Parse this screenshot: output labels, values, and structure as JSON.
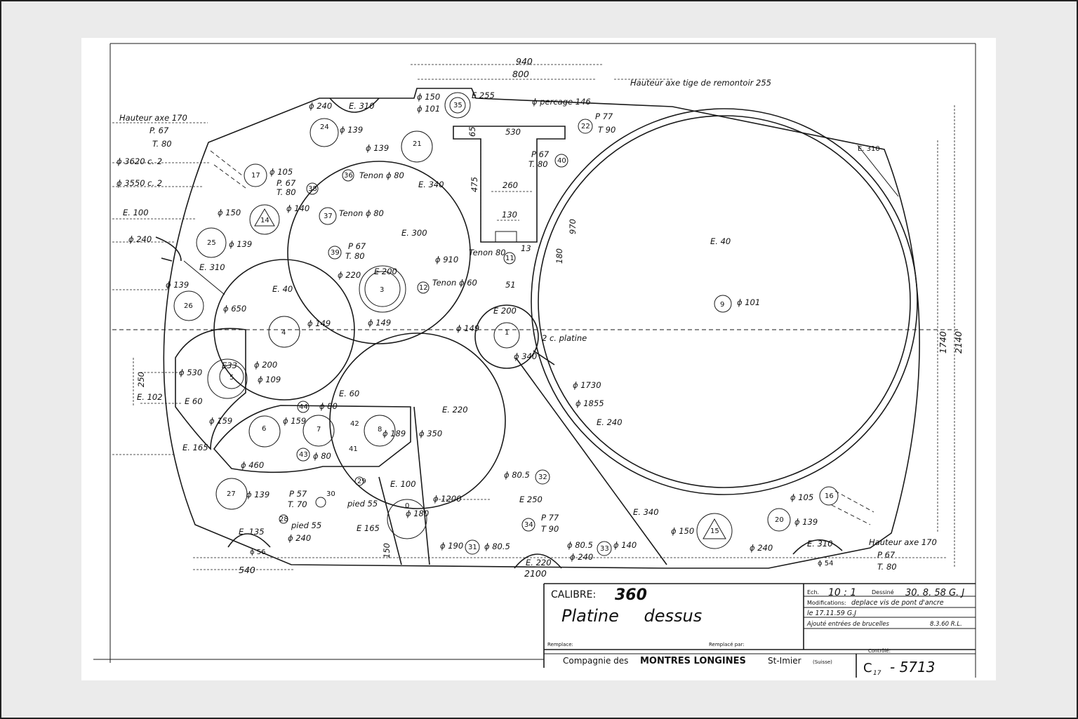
{
  "drawing": {
    "annotations": {
      "top_width": "940",
      "inner_width": "800",
      "crown_axis_height": "Hauteur axe tige de remontoir 255",
      "left_axis_height": "Hauteur axe 170",
      "left_p": "P. 67",
      "left_t": "T. 80",
      "d3620": "ϕ 3620 c. 2",
      "d3550": "ϕ 3550 c. 2",
      "e100_left": "E. 100",
      "d240_left": "ϕ 240",
      "e310_left": "E. 310",
      "d139_left": "ϕ 139",
      "d530": "ϕ 530",
      "e102": "E. 102",
      "e60_left": "E 60",
      "e165_left": "E. 165",
      "dim250": "250",
      "d240_top": "ϕ 240",
      "e310_top": "E. 310",
      "d150_35": "ϕ 150",
      "d101_35": "ϕ 101",
      "e255": "E 255",
      "percage": "ϕ percage 146",
      "p77_top": "P 77",
      "t90_top": "T 90",
      "dim530": "530",
      "dim65": "65",
      "dim475": "475",
      "dim260": "260",
      "dim130": "130",
      "dim13": "13",
      "dim51": "51",
      "dim970": "970",
      "dim180": "180",
      "p67_40": "P 67",
      "t80_40": "T. 80",
      "d139_24": "ϕ 139",
      "d139_21": "ϕ 139",
      "d105_17": "ϕ 105",
      "p67_38": "P. 67",
      "t80_38": "T. 80",
      "tenon80_36": "Tenon ϕ 80",
      "e340_top": "E. 340",
      "d150_14": "ϕ 150",
      "d140": "ϕ 140",
      "tenon80_37": "Tenon ϕ 80",
      "e300": "E. 300",
      "d139_25": "ϕ 139",
      "p67_39": "P 67",
      "t80_39": "T. 80",
      "tenon80_11": "Tenon 80",
      "d910": "ϕ 910",
      "d220": "ϕ 220",
      "e200_3": "E 200",
      "tenon60": "Tenon ϕ 60",
      "e40_4": "E. 40",
      "d650": "ϕ 650",
      "d149_4": "ϕ 149",
      "d149_3": "ϕ 149",
      "e200_1": "E 200",
      "d149_1": "ϕ 149",
      "d340_1": "ϕ 340",
      "c_platine": "2 c. platine",
      "e33": "E33",
      "d200": "ϕ 200",
      "d109": "ϕ 109",
      "e60_mid": "E. 60",
      "d80_44": "ϕ 80",
      "e220_mid": "E. 220",
      "d159_6": "ϕ 159",
      "d159_7": "ϕ 159",
      "d189": "ϕ 189",
      "d350": "ϕ 350",
      "d460": "ϕ 460",
      "d80_43": "ϕ 80",
      "e100_mid": "E. 100",
      "d1200": "ϕ 1200",
      "d180": "ϕ 180",
      "d139_27": "ϕ 139",
      "p57": "P 57",
      "t70": "T. 70",
      "pied55_29": "pied 55",
      "pied55_28": "pied 55",
      "e165_mid": "E 165",
      "e135": "E. 135",
      "d240_bot": "ϕ 240",
      "d56": "ϕ 56",
      "dim150": "150",
      "d190": "ϕ 190",
      "d80_5_31": "ϕ 80.5",
      "e220_bot": "E. 220",
      "d240_bot2": "ϕ 240",
      "d80_5_33": "ϕ 80.5",
      "d140_33": "ϕ 140",
      "d80_5_32": "ϕ 80.5",
      "e250": "E 250",
      "p77_34": "P 77",
      "t90_34": "T 90",
      "dim540": "540",
      "dim2100": "2100",
      "e40_big": "E. 40",
      "d101_9": "ϕ 101",
      "d1730": "ϕ 1730",
      "d1855": "ϕ 1855",
      "e240": "E. 240",
      "e340_bot": "E. 340",
      "d150_15": "ϕ 150",
      "d105_16": "ϕ 105",
      "d139_20": "ϕ 139",
      "d240_right": "ϕ 240",
      "e310_right": "E. 310",
      "d54": "ϕ 54",
      "e310_tr": "E. 310",
      "dim1740": "1740",
      "dim2140": "2140",
      "right_axis_height": "Hauteur axe 170",
      "right_p": "P 67",
      "right_t": "T. 80"
    },
    "jewel_numbers": {
      "j35": "35",
      "j22": "22",
      "j40": "40",
      "j24": "24",
      "j21": "21",
      "j17": "17",
      "j38": "38",
      "j36": "36",
      "j14": "14",
      "j37": "37",
      "j25": "25",
      "j39": "39",
      "j11": "11",
      "j26": "26",
      "j3": "3",
      "j12": "12",
      "j4": "4",
      "j1": "1",
      "j9": "9",
      "j5": "5",
      "j44": "44",
      "j6": "6",
      "j7": "7",
      "j8": "8",
      "j42": "42",
      "j41": "41",
      "j43": "43",
      "j29": "29",
      "j27": "27",
      "j30": "30",
      "j28": "28",
      "j32": "32",
      "j34": "34",
      "j31": "31",
      "j33": "33",
      "j15": "15",
      "j20": "20",
      "j16": "16",
      "j0": "0"
    }
  },
  "title_block": {
    "calibre_label": "CALIBRE:",
    "calibre_value": "360",
    "part_name": "Platine dessus",
    "scale_label": "Ech.",
    "scale_value": "10 : 1",
    "drawn_label": "Dessiné",
    "drawn_value": "30. 8. 58 G. J",
    "modifications_label": "Modifications:",
    "modification_1": "deplace vis de pont d'ancre",
    "modification_1_date": "le 17.11.59 G.J",
    "modification_2": "Ajouté entrées de brucelles",
    "modification_2_date": "8.3.60 R.L.",
    "replaces_label": "Remplace:",
    "replaced_by_label": "Remplacé par:",
    "checked_label": "Contrôlé:",
    "company_prefix": "Compagnie des",
    "company_name": "MONTRES LONGINES",
    "company_location": "St-Imier",
    "company_country": "(Suisse)",
    "drawing_number_prefix": "C",
    "drawing_number_sub": "17",
    "drawing_number": "- 5713"
  }
}
